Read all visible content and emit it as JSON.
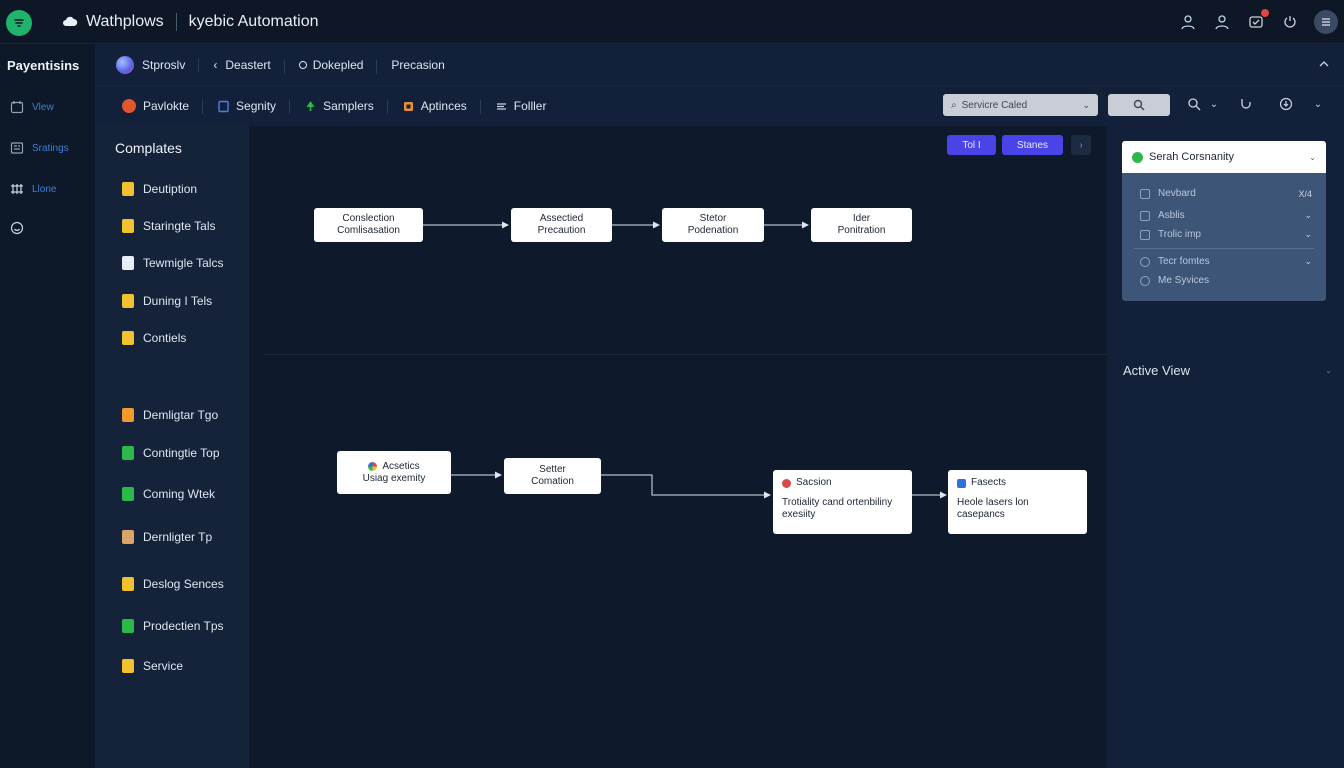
{
  "topbar": {
    "brand_name": "Wathplows",
    "workspace": "kyebic Automation"
  },
  "leftnav": {
    "title": "Payentisins",
    "items": [
      {
        "label": "Vlew"
      },
      {
        "label": "Sratings"
      },
      {
        "label": "Llone"
      },
      {
        "label": ""
      }
    ]
  },
  "toolbar1": {
    "items": [
      {
        "label": "Stproslv"
      },
      {
        "label": "Deastert"
      },
      {
        "label": "Dokepled"
      },
      {
        "label": "Precasion"
      }
    ]
  },
  "toolbar2": {
    "items": [
      {
        "label": "Pavlokte"
      },
      {
        "label": "Segnity"
      },
      {
        "label": "Samplers"
      },
      {
        "label": "Aptinces"
      },
      {
        "label": "Folller"
      }
    ],
    "select_value": "Servicre Caled"
  },
  "templates": {
    "title": "Complates",
    "items": [
      {
        "label": "Deutiption",
        "color": "#f2c12e"
      },
      {
        "label": "Staringte Tals",
        "color": "#f2c12e"
      },
      {
        "label": "Tewmigle Talcs",
        "color": "#e8eef6"
      },
      {
        "label": "Duning I Tels",
        "color": "#f2c12e"
      },
      {
        "label": "Contiels",
        "color": "#f2c12e"
      },
      {
        "label": "Demligtar Tgo",
        "color": "#f29a2e"
      },
      {
        "label": "Contingtie Top",
        "color": "#2db84a"
      },
      {
        "label": "Coming Wtek",
        "color": "#2db84a"
      },
      {
        "label": "Dernligter Tp",
        "color": "#d9a46a"
      },
      {
        "label": "Deslog Sences",
        "color": "#f2c12e"
      },
      {
        "label": "Prodectien Tps",
        "color": "#2db84a"
      },
      {
        "label": "Service",
        "color": "#f2c12e"
      }
    ]
  },
  "canvas": {
    "buttons": [
      {
        "label": "Tol I"
      },
      {
        "label": "Stanes"
      }
    ],
    "flow1": [
      {
        "line1": "Conslection",
        "line2": "Comlisasation"
      },
      {
        "line1": "Assectied",
        "line2": "Precaution"
      },
      {
        "line1": "Stetor",
        "line2": "Podenation"
      },
      {
        "line1": "Ider",
        "line2": "Ponitration"
      }
    ],
    "flow2": [
      {
        "line1": "Acsetics",
        "line2": "Usiag exemity",
        "badge_color": "#d94a4a"
      },
      {
        "line1": "Setter",
        "line2": "Comation"
      },
      {
        "line1": "Sacsion",
        "line2": "Trotiality cand ortenbiliny exesiity",
        "badge_color": "#d94a4a"
      },
      {
        "line1": "Fasects",
        "line2": "Heole lasers lon casepancs",
        "badge_color": "#2f6fd8"
      }
    ]
  },
  "rightpanel": {
    "card_title": "Serah Corsnanity",
    "rows": [
      {
        "label": "Nevbard",
        "right": "X/4"
      },
      {
        "label": "Asblis",
        "right": "⌄"
      },
      {
        "label": "Trolic imp",
        "right": "⌄"
      },
      {
        "label": "Tecr fomtes",
        "right": "⌄"
      },
      {
        "label": "Me Syvices",
        "right": ""
      }
    ],
    "active_view": "Active View"
  }
}
